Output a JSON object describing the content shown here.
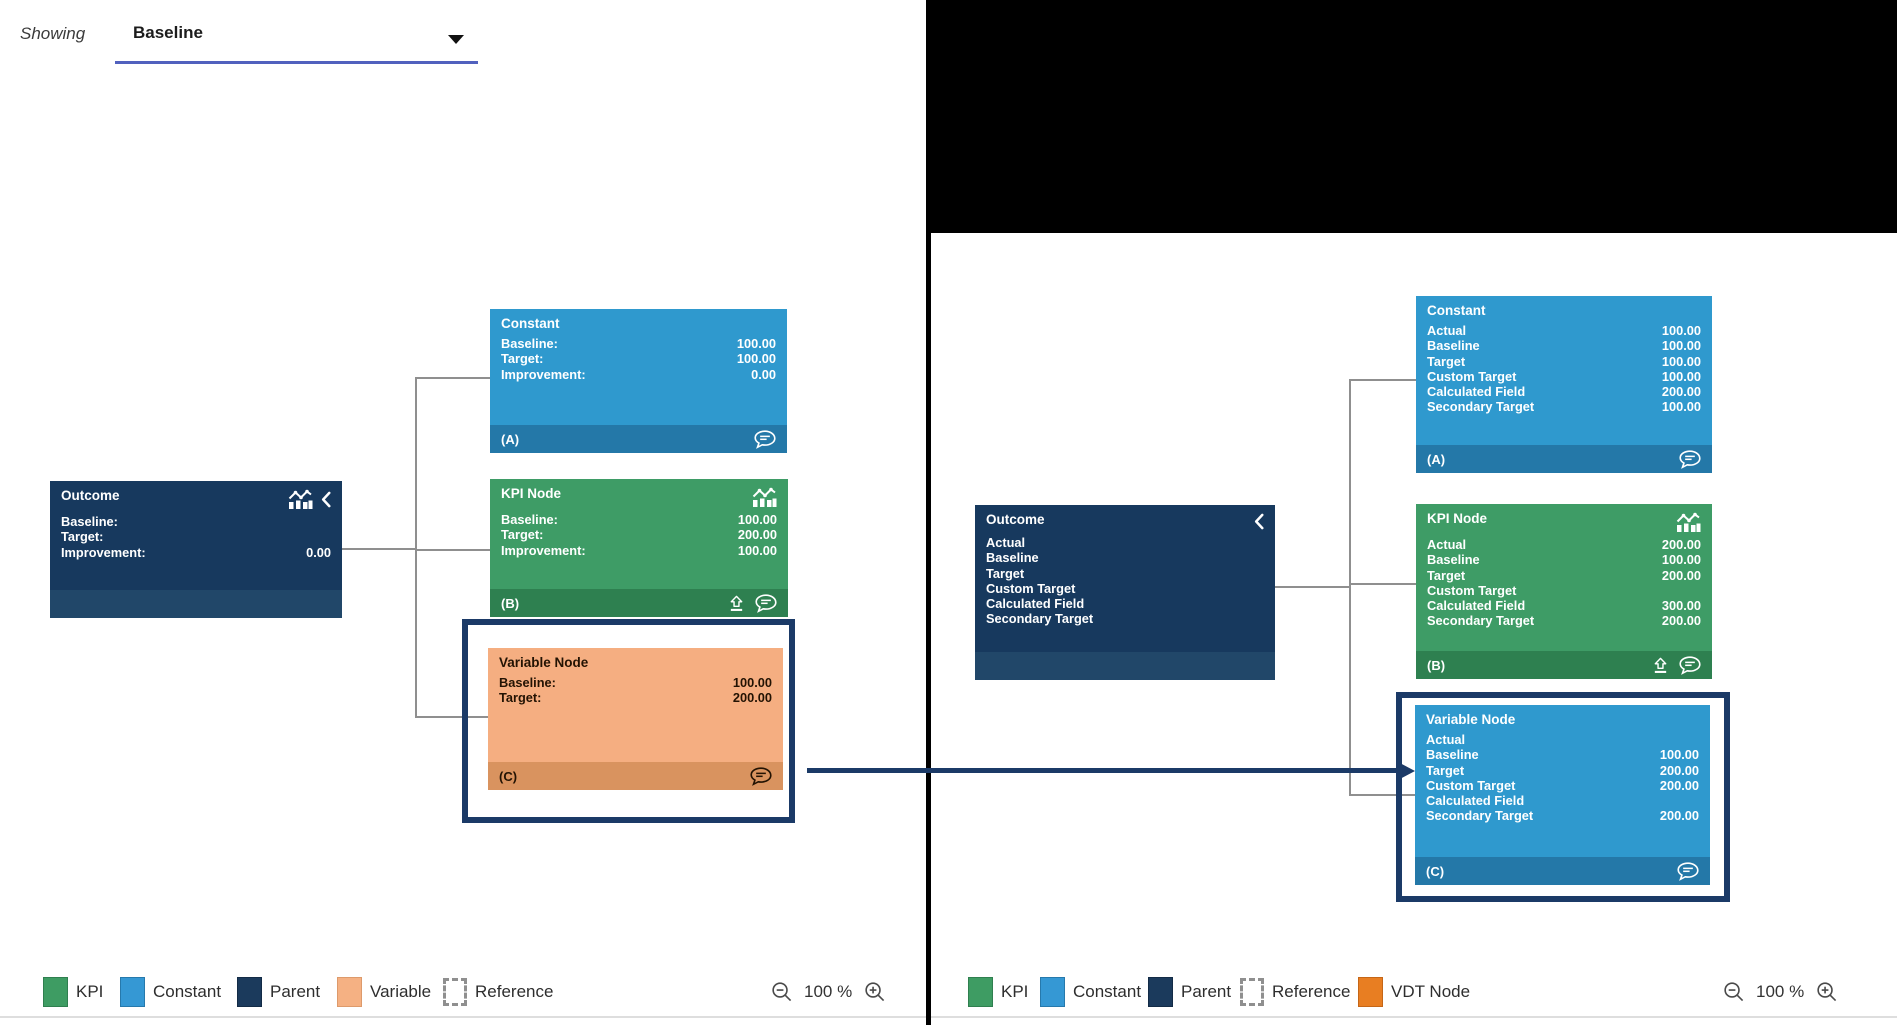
{
  "toolbar": {
    "showing_label": "Showing",
    "selected_view": "Baseline"
  },
  "left_panel": {
    "outcome": {
      "title": "Outcome",
      "fields": [
        {
          "label": "Baseline:",
          "value": ""
        },
        {
          "label": "Target:",
          "value": ""
        },
        {
          "label": "Improvement:",
          "value": "0.00"
        }
      ]
    },
    "constant": {
      "title": "Constant",
      "ref": "(A)",
      "fields": [
        {
          "label": "Baseline:",
          "value": "100.00"
        },
        {
          "label": "Target:",
          "value": "100.00"
        },
        {
          "label": "Improvement:",
          "value": "0.00"
        }
      ]
    },
    "kpi": {
      "title": "KPI Node",
      "ref": "(B)",
      "fields": [
        {
          "label": "Baseline:",
          "value": "100.00"
        },
        {
          "label": "Target:",
          "value": "200.00"
        },
        {
          "label": "Improvement:",
          "value": "100.00"
        }
      ]
    },
    "variable": {
      "title": "Variable Node",
      "ref": "(C)",
      "fields": [
        {
          "label": "Baseline:",
          "value": "100.00"
        },
        {
          "label": "Target:",
          "value": "200.00"
        }
      ]
    },
    "legend": [
      {
        "label": "KPI",
        "color": "#3E9C63"
      },
      {
        "label": "Constant",
        "color": "#3598D4"
      },
      {
        "label": "Parent",
        "color": "#1B3A5C"
      },
      {
        "label": "Variable",
        "color": "#F5B183"
      },
      {
        "label": "Reference",
        "color": "dashed-outline"
      }
    ],
    "zoom_level": "100 %"
  },
  "right_panel": {
    "outcome": {
      "title": "Outcome",
      "fields": [
        {
          "label": "Actual",
          "value": ""
        },
        {
          "label": "Baseline",
          "value": ""
        },
        {
          "label": "Target",
          "value": ""
        },
        {
          "label": "Custom Target",
          "value": ""
        },
        {
          "label": "Calculated Field",
          "value": ""
        },
        {
          "label": "Secondary Target",
          "value": ""
        }
      ]
    },
    "constant": {
      "title": "Constant",
      "ref": "(A)",
      "fields": [
        {
          "label": "Actual",
          "value": "100.00"
        },
        {
          "label": "Baseline",
          "value": "100.00"
        },
        {
          "label": "Target",
          "value": "100.00"
        },
        {
          "label": "Custom Target",
          "value": "100.00"
        },
        {
          "label": "Calculated Field",
          "value": "200.00"
        },
        {
          "label": "Secondary Target",
          "value": "100.00"
        }
      ]
    },
    "kpi": {
      "title": "KPI Node",
      "ref": "(B)",
      "fields": [
        {
          "label": "Actual",
          "value": "200.00"
        },
        {
          "label": "Baseline",
          "value": "100.00"
        },
        {
          "label": "Target",
          "value": "200.00"
        },
        {
          "label": "Custom Target",
          "value": ""
        },
        {
          "label": "Calculated Field",
          "value": "300.00"
        },
        {
          "label": "Secondary Target",
          "value": "200.00"
        }
      ]
    },
    "variable": {
      "title": "Variable Node",
      "ref": "(C)",
      "fields": [
        {
          "label": "Actual",
          "value": ""
        },
        {
          "label": "Baseline",
          "value": "100.00"
        },
        {
          "label": "Target",
          "value": "200.00"
        },
        {
          "label": "Custom Target",
          "value": "200.00"
        },
        {
          "label": "Calculated Field",
          "value": ""
        },
        {
          "label": "Secondary Target",
          "value": "200.00"
        }
      ]
    },
    "legend": [
      {
        "label": "KPI",
        "color": "#3E9C63"
      },
      {
        "label": "Constant",
        "color": "#3598D4"
      },
      {
        "label": "Parent",
        "color": "#1B3A5C"
      },
      {
        "label": "Reference",
        "color": "dashed-outline"
      },
      {
        "label": "VDT Node",
        "color": "#E87E22"
      }
    ],
    "zoom_level": "100 %"
  },
  "icons": {
    "chart": "bar-chart-trend",
    "collapse": "chevron-left",
    "comment": "speech-bubble",
    "publish": "arrow-up-from-line",
    "zoom_out": "magnifier-minus",
    "zoom_in": "magnifier-plus",
    "dropdown_caret": "caret-down"
  },
  "colors": {
    "kpi": "#3E9C66",
    "constant": "#2F99CE",
    "parent": "#17395E",
    "variable": "#F5AE81",
    "vdt_node": "#E87E22",
    "highlight_box": "#1B3A67",
    "mapping_arrow": "#1B3A67",
    "dropdown_underline": "#5161BE"
  }
}
